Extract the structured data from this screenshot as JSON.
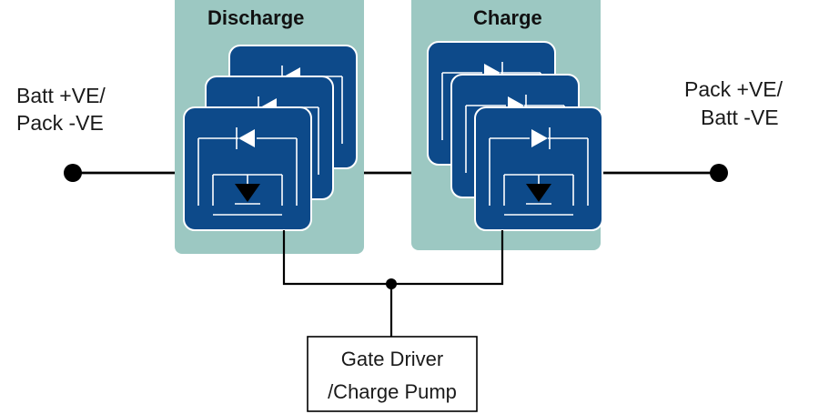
{
  "diagram": {
    "left_terminal": {
      "line1": "Batt +VE/",
      "line2": "Pack -VE"
    },
    "right_terminal": {
      "line1": "Pack +VE/",
      "line2": "Batt -VE"
    },
    "discharge_block": {
      "label": "Discharge"
    },
    "charge_block": {
      "label": "Charge"
    },
    "gate_driver": {
      "line1": "Gate Driver",
      "line2": "/Charge Pump"
    }
  },
  "colors": {
    "block_background": "#9cc8c2",
    "mosfet_fill": "#0d4a8a",
    "wire": "#000000"
  },
  "icons": {
    "mosfet": "mosfet-icon",
    "diode": "diode-icon",
    "terminal": "terminal-dot-icon"
  }
}
